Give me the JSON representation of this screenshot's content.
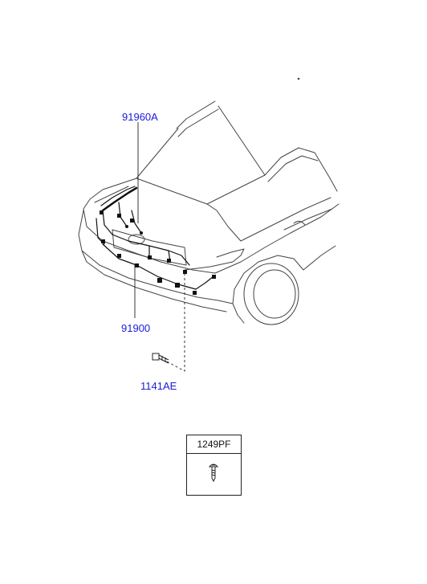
{
  "diagram": {
    "callouts": {
      "wiring_harness_upper": "91960A",
      "wiring_harness_lower": "91900",
      "bolt": "1141AE"
    },
    "legend": {
      "part_number": "1249PF",
      "icon": "screw-icon"
    }
  },
  "colors": {
    "line": "#333333",
    "callout_text": "#1a1adb",
    "background": "#ffffff"
  }
}
